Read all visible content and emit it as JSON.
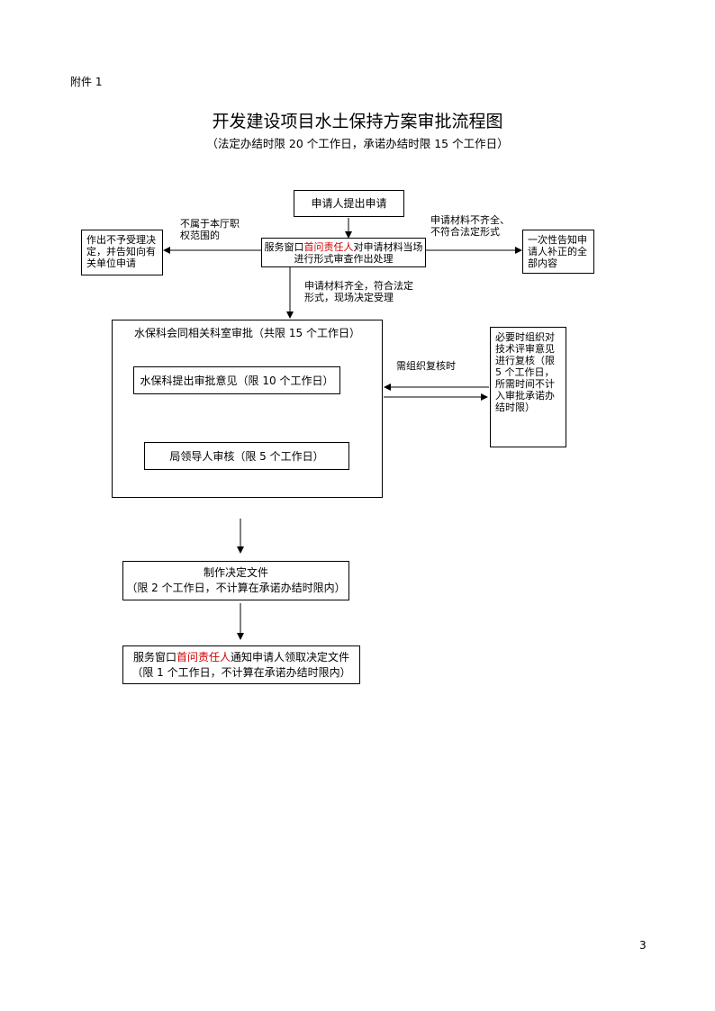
{
  "page": {
    "attachment": "附件 1",
    "title": "开发建设项目水土保持方案审批流程图",
    "subtitle": "（法定办结时限 20 个工作日，承诺办结时限 15 个工作日）",
    "page_number": "3"
  },
  "flow": {
    "apply": "申请人提出申请",
    "window_part1": "服务窗口",
    "window_red": "首问责任人",
    "window_part2": "对申请材料当场进行形式审查作出处理",
    "reject_box": "作出不予受理决定，并告知向有关单位申请",
    "reject_label": "不属于本厅职权范围的",
    "notify_box": "一次性告知申请人补正的全部内容",
    "notify_label": "申请材料不齐全、不符合法定形式",
    "accept_label": "申请材料齐全，符合法定形式，现场决定受理",
    "review_group": "水保科会同相关科室审批（共限 15 个工作日）",
    "opinion": "水保科提出审批意见（限 10 个工作日）",
    "leader": "局领导人审核（限 5 个工作日）",
    "expert_box": "必要时组织对技术评审意见进行复核（限 5 个工作日，所需时间不计入审批承诺办结时限）",
    "expert_label": "需组织复核时",
    "decision_line1": "制作决定文件",
    "decision_line2": "（限 2 个工作日，不计算在承诺办结时限内）",
    "final_part1": "服务窗口",
    "final_red": "首问责任人",
    "final_part2": "通知申请人领取决定文件",
    "final_line2": "（限 1 个工作日，不计算在承诺办结时限内）"
  },
  "colors": {
    "highlight": "#d40000",
    "line": "#000000"
  }
}
